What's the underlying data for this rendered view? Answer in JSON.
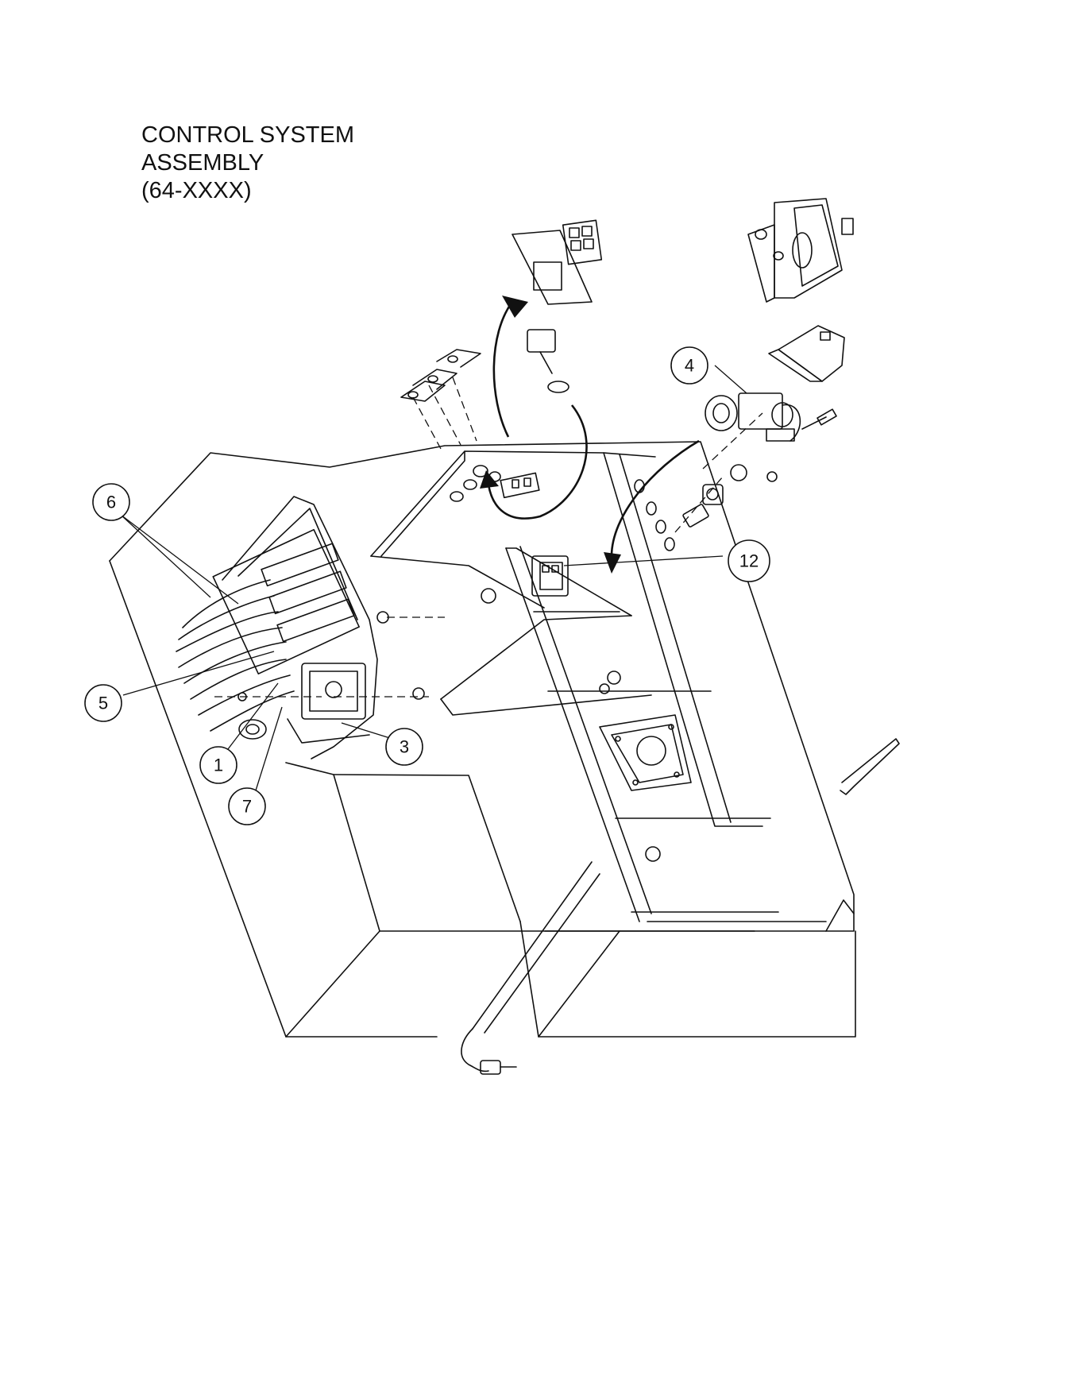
{
  "title": {
    "line1": "CONTROL SYSTEM",
    "line2": "ASSEMBLY",
    "line3": "(64-XXXX)"
  },
  "callouts": {
    "c1": "1",
    "c3": "3",
    "c4": "4",
    "c5": "5",
    "c6": "6",
    "c7": "7",
    "c12": "12"
  }
}
